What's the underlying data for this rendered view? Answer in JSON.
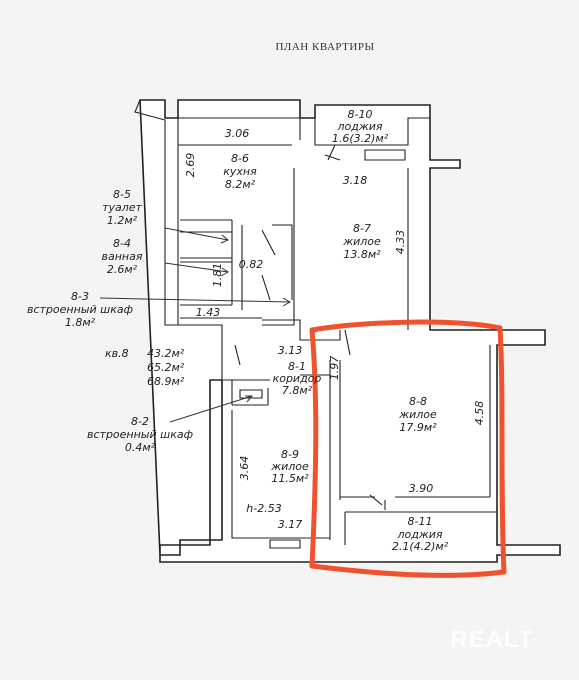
{
  "title": "ПЛАН КВАРТИРЫ",
  "watermark": "REALT",
  "rooms": {
    "r810": {
      "id": "8-10",
      "name": "лоджия",
      "area": "1.6(3.2)м²"
    },
    "r86": {
      "id": "8-6",
      "name": "кухня",
      "area": "8.2м²"
    },
    "r85": {
      "id": "8-5",
      "name": "туалет",
      "area": "1.2м²"
    },
    "r84": {
      "id": "8-4",
      "name": "ванная",
      "area": "2.6м²"
    },
    "r83": {
      "id": "8-3",
      "name": "встроенный шкаф",
      "area": "1.8м²"
    },
    "r87": {
      "id": "8-7",
      "name": "жилое",
      "area": "13.8м²"
    },
    "r81": {
      "id": "8-1",
      "name": "коридор",
      "area": "7.8м²"
    },
    "r82": {
      "id": "8-2",
      "name": "встроенный шкаф",
      "area": "0.4м²"
    },
    "r89": {
      "id": "8-9",
      "name": "жилое",
      "area": "11.5м²"
    },
    "r88": {
      "id": "8-8",
      "name": "жилое",
      "area": "17.9м²"
    },
    "r811": {
      "id": "8-11",
      "name": "лоджия",
      "area": "2.1(4.2)м²"
    }
  },
  "apartment": {
    "label": "кв.8",
    "area1": "43.2м²",
    "area2": "65.2м²",
    "area3": "68.9м²"
  },
  "dims": {
    "d306": "3.06",
    "d269": "2.69",
    "d318": "3.18",
    "d433": "4.33",
    "d082": "0.82",
    "d181": "1.81",
    "d143": "1.43",
    "d313": "3.13",
    "d197": "1.97",
    "d458": "4.58",
    "d364": "3.64",
    "h253": "h-2.53",
    "d317": "3.17",
    "d390": "3.90"
  },
  "colors": {
    "highlight": "#f0522e",
    "line": "#222222"
  }
}
